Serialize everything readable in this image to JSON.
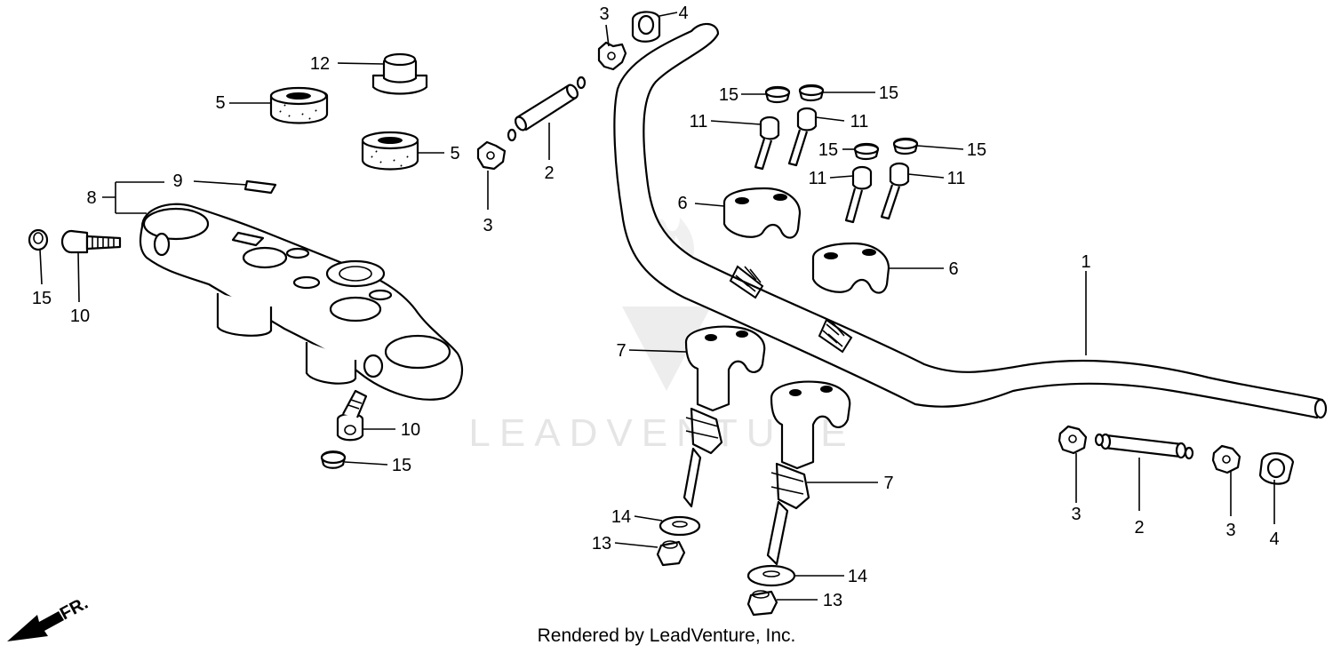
{
  "diagram": {
    "credit": "Rendered by LeadVenture, Inc.",
    "watermark": "LEADVENTURE",
    "front_indicator": "FR.",
    "callouts": [
      {
        "id": "c1",
        "label": "1"
      },
      {
        "id": "c2a",
        "label": "2"
      },
      {
        "id": "c2b",
        "label": "2"
      },
      {
        "id": "c3a",
        "label": "3"
      },
      {
        "id": "c3b",
        "label": "3"
      },
      {
        "id": "c3c",
        "label": "3"
      },
      {
        "id": "c3d",
        "label": "3"
      },
      {
        "id": "c4a",
        "label": "4"
      },
      {
        "id": "c4b",
        "label": "4"
      },
      {
        "id": "c5a",
        "label": "5"
      },
      {
        "id": "c5b",
        "label": "5"
      },
      {
        "id": "c6a",
        "label": "6"
      },
      {
        "id": "c6b",
        "label": "6"
      },
      {
        "id": "c7a",
        "label": "7"
      },
      {
        "id": "c7b",
        "label": "7"
      },
      {
        "id": "c8",
        "label": "8"
      },
      {
        "id": "c9",
        "label": "9"
      },
      {
        "id": "c10a",
        "label": "10"
      },
      {
        "id": "c10b",
        "label": "10"
      },
      {
        "id": "c11a",
        "label": "11"
      },
      {
        "id": "c11b",
        "label": "11"
      },
      {
        "id": "c11c",
        "label": "11"
      },
      {
        "id": "c11d",
        "label": "11"
      },
      {
        "id": "c12",
        "label": "12"
      },
      {
        "id": "c13a",
        "label": "13"
      },
      {
        "id": "c13b",
        "label": "13"
      },
      {
        "id": "c14a",
        "label": "14"
      },
      {
        "id": "c14b",
        "label": "14"
      },
      {
        "id": "c15a",
        "label": "15"
      },
      {
        "id": "c15b",
        "label": "15"
      },
      {
        "id": "c15c",
        "label": "15"
      },
      {
        "id": "c15d",
        "label": "15"
      },
      {
        "id": "c15e",
        "label": "15"
      },
      {
        "id": "c15f",
        "label": "15"
      }
    ]
  }
}
